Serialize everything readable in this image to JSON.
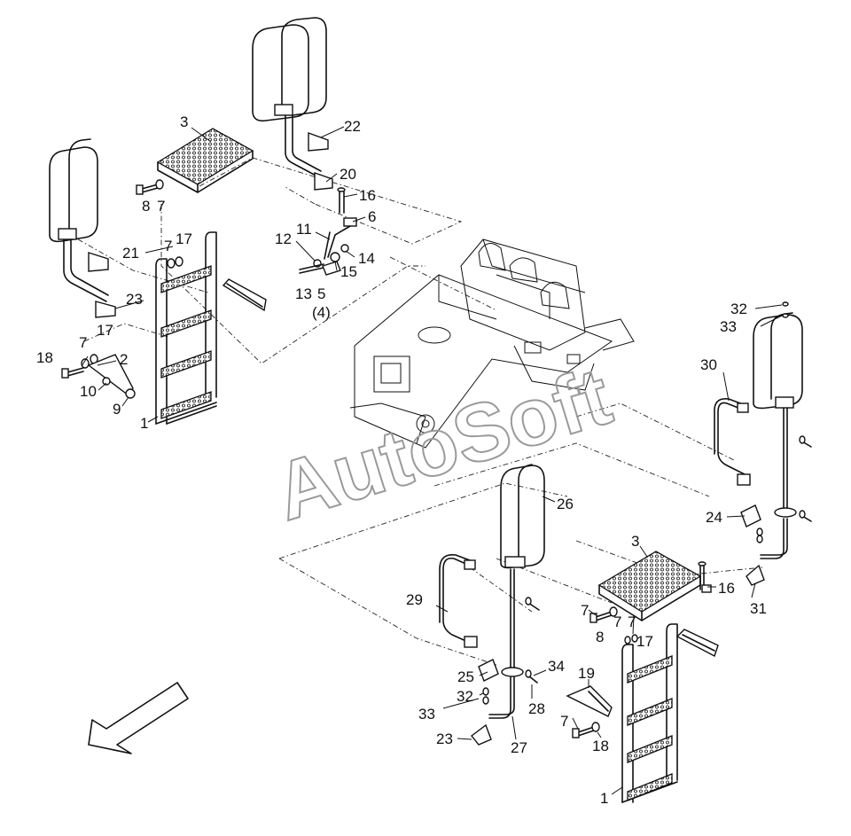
{
  "watermark": "AutoSoft",
  "callouts": [
    {
      "id": "c-3a",
      "label": "3"
    },
    {
      "id": "c-22",
      "label": "22"
    },
    {
      "id": "c-20",
      "label": "20"
    },
    {
      "id": "c-16a",
      "label": "16"
    },
    {
      "id": "c-6",
      "label": "6"
    },
    {
      "id": "c-8a",
      "label": "8"
    },
    {
      "id": "c-7a",
      "label": "7"
    },
    {
      "id": "c-7b",
      "label": "7"
    },
    {
      "id": "c-17a",
      "label": "17"
    },
    {
      "id": "c-21",
      "label": "21"
    },
    {
      "id": "c-11",
      "label": "11"
    },
    {
      "id": "c-12",
      "label": "12"
    },
    {
      "id": "c-14",
      "label": "14"
    },
    {
      "id": "c-15",
      "label": "15"
    },
    {
      "id": "c-13",
      "label": "13"
    },
    {
      "id": "c-5",
      "label": "5"
    },
    {
      "id": "c-4",
      "label": "(4)"
    },
    {
      "id": "c-23a",
      "label": "23"
    },
    {
      "id": "c-7c",
      "label": "7"
    },
    {
      "id": "c-17b",
      "label": "17"
    },
    {
      "id": "c-18a",
      "label": "18"
    },
    {
      "id": "c-2",
      "label": "2"
    },
    {
      "id": "c-10",
      "label": "10"
    },
    {
      "id": "c-9",
      "label": "9"
    },
    {
      "id": "c-1a",
      "label": "1"
    },
    {
      "id": "c-32a",
      "label": "32"
    },
    {
      "id": "c-33a",
      "label": "33"
    },
    {
      "id": "c-30",
      "label": "30"
    },
    {
      "id": "c-26",
      "label": "26"
    },
    {
      "id": "c-24",
      "label": "24"
    },
    {
      "id": "c-3b",
      "label": "3"
    },
    {
      "id": "c-16b",
      "label": "16"
    },
    {
      "id": "c-31",
      "label": "31"
    },
    {
      "id": "c-29",
      "label": "29"
    },
    {
      "id": "c-7d",
      "label": "7"
    },
    {
      "id": "c-8b",
      "label": "8"
    },
    {
      "id": "c-7e",
      "label": "7"
    },
    {
      "id": "c-7f",
      "label": "7"
    },
    {
      "id": "c-17c",
      "label": "17"
    },
    {
      "id": "c-25",
      "label": "25"
    },
    {
      "id": "c-34",
      "label": "34"
    },
    {
      "id": "c-32b",
      "label": "32"
    },
    {
      "id": "c-28",
      "label": "28"
    },
    {
      "id": "c-33b",
      "label": "33"
    },
    {
      "id": "c-19",
      "label": "19"
    },
    {
      "id": "c-7g",
      "label": "7"
    },
    {
      "id": "c-18b",
      "label": "18"
    },
    {
      "id": "c-23b",
      "label": "23"
    },
    {
      "id": "c-27",
      "label": "27"
    },
    {
      "id": "c-1b",
      "label": "1"
    }
  ]
}
